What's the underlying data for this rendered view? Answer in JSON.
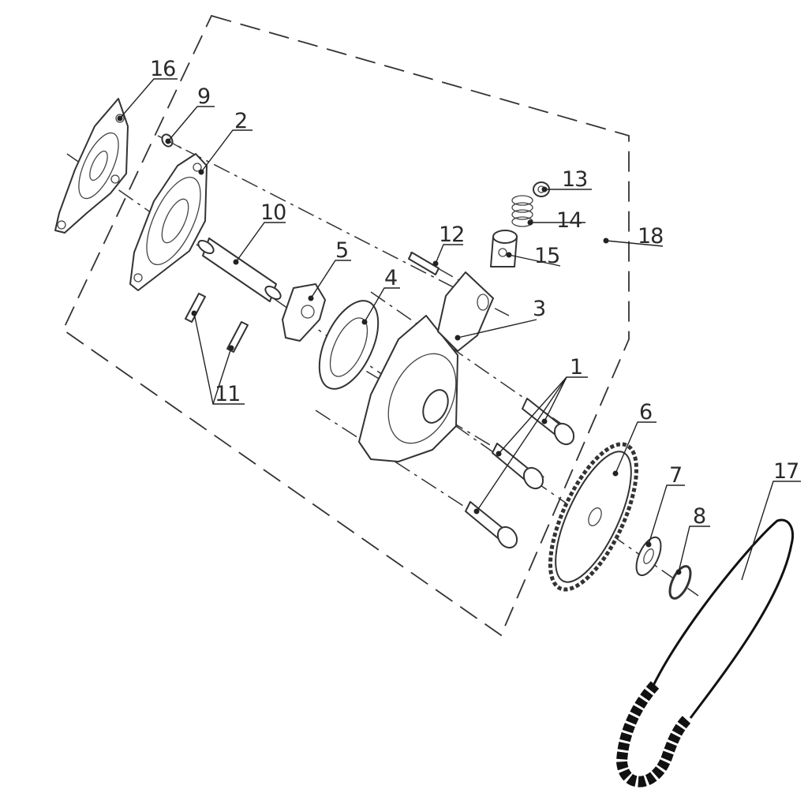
{
  "diagram": {
    "part_labels": [
      "1",
      "2",
      "3",
      "4",
      "5",
      "6",
      "7",
      "8",
      "9",
      "10",
      "11",
      "12",
      "13",
      "14",
      "15",
      "16",
      "17",
      "18"
    ]
  }
}
